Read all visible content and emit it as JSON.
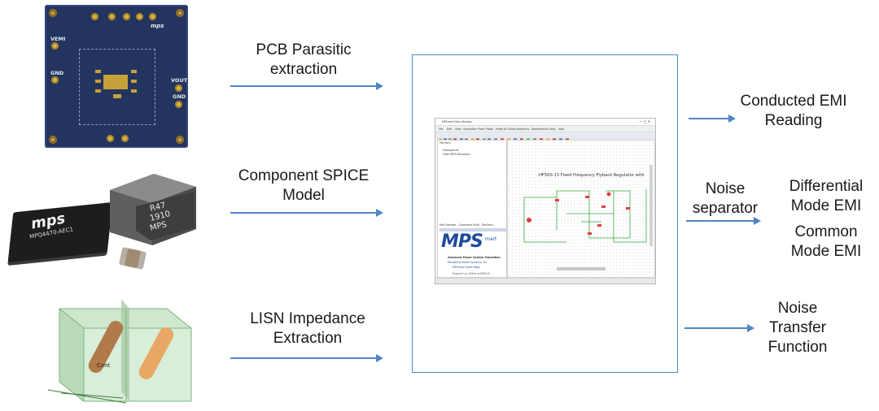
{
  "labels": {
    "pcb": "PCB Parasitic extraction",
    "spice": "Component SPICE Model",
    "lisn": "LISN Impedance Extraction",
    "conducted": "Conducted EMI Reading",
    "separator": "Noise separator",
    "dm": "Differential Mode EMI",
    "cm": "Common Mode EMI",
    "ntf": "Noise Transfer Function"
  },
  "pcb_board": {
    "left_pins": [
      "VEMI",
      "GND"
    ],
    "right_pins": [
      "VOUT",
      "GND"
    ]
  },
  "component": {
    "chip_logo": "mps",
    "chip_part": "MPQ4470-AEC1",
    "inductor_marking": [
      "R47",
      "1910",
      "MPS"
    ]
  },
  "lisn_label": "Cont",
  "sim_window": {
    "title": "MPSmart Main Window",
    "menu": [
      "File",
      "Edit",
      "View",
      "Simulation",
      "Place",
      "Probe",
      "Probe All Traces",
      "Hierarchy",
      "Waveformula",
      "Tools",
      "Help"
    ],
    "pane_title": "File Item",
    "tree": [
      "Examples M",
      "Open MPS Extracted..."
    ],
    "pane_tabs": [
      "Part Selector",
      "Command Shell",
      "File Item"
    ],
    "schematic_title": "HF500-15 Fixed Frequency Flyback Regulator with",
    "logo": "MPS",
    "logo_suffix": "mart",
    "tagline": "Advanced Power System Simulation",
    "company": "Monolithic Power Systems, Inc.",
    "home": "MPSmart Home Page",
    "powered": "Powered by SIMetrix/SIMPLIS"
  },
  "colors": {
    "arrow": "#4f86c6",
    "board": "#23355e",
    "frame": "#4f86c6"
  }
}
